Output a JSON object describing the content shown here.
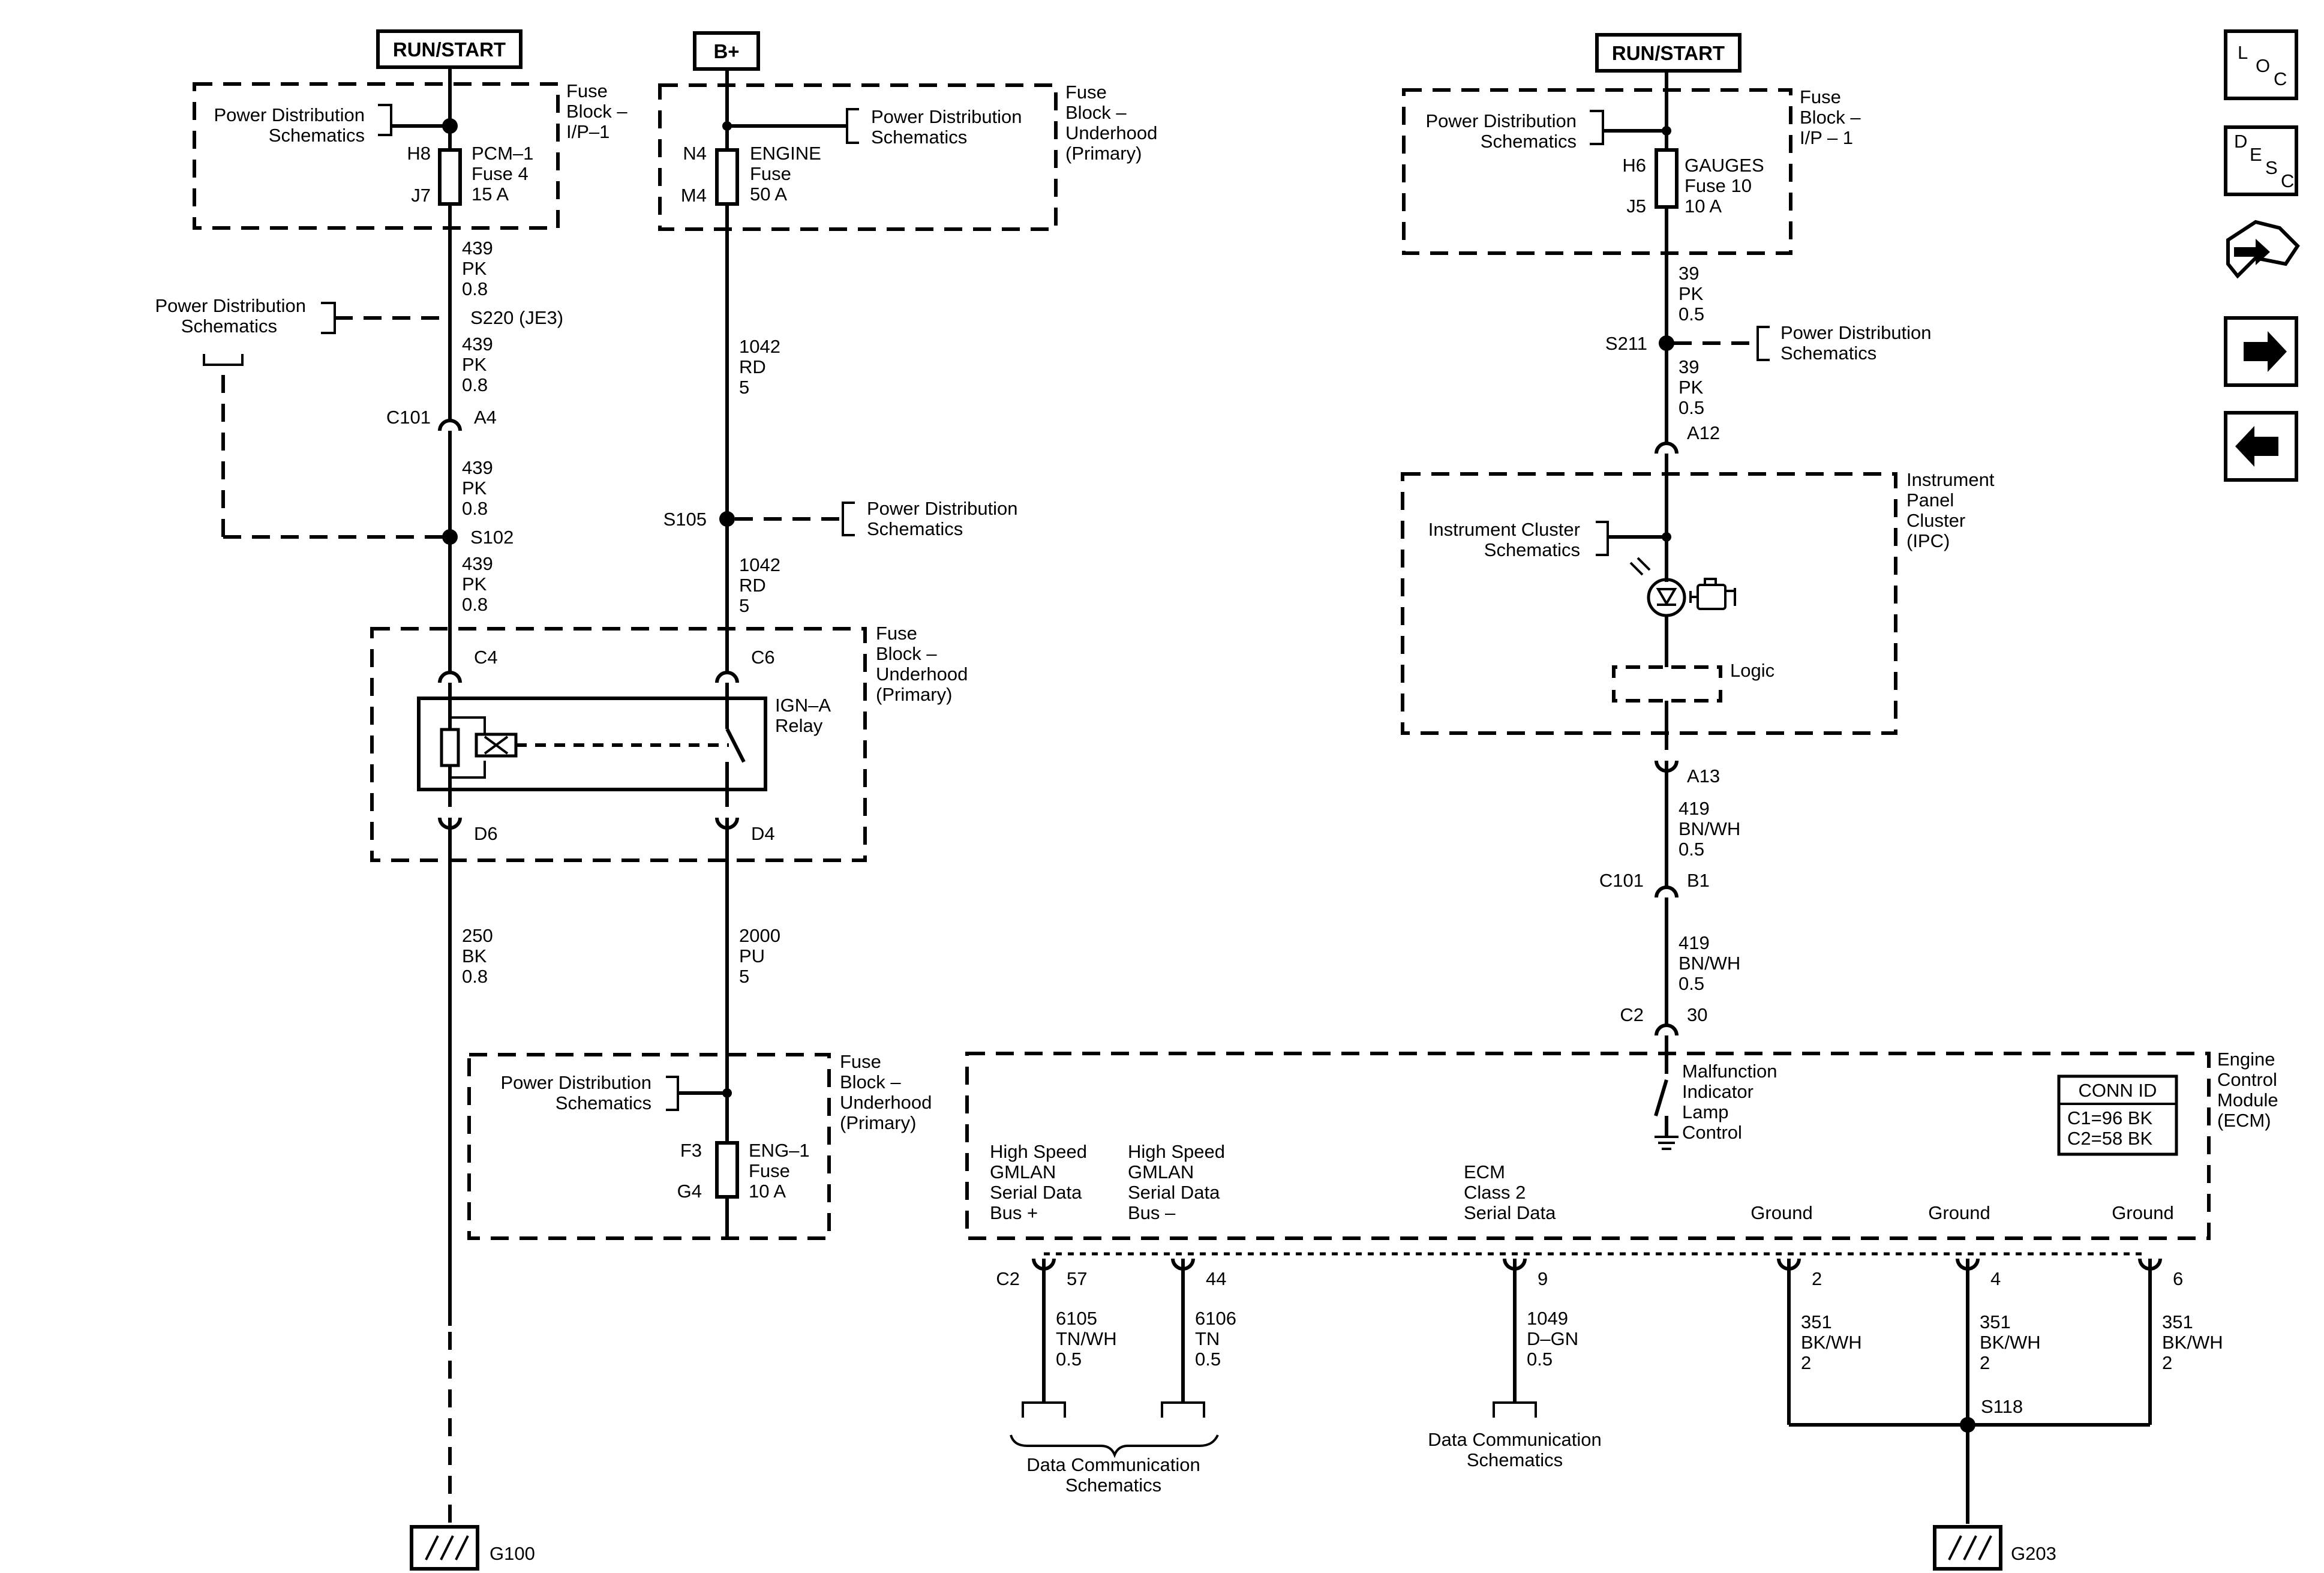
{
  "supplies": {
    "run_start_left": "RUN/START",
    "bplus": "B+",
    "run_start_right": "RUN/START"
  },
  "fuse_blocks": {
    "ip1_left": [
      "Fuse",
      "Block –",
      "I/P–1"
    ],
    "underhood_top": [
      "Fuse",
      "Block –",
      "Underhood",
      "(Primary)"
    ],
    "ip1_right": [
      "Fuse",
      "Block –",
      "I/P – 1"
    ],
    "underhood_relay": [
      "Fuse",
      "Block –",
      "Underhood",
      "(Primary)"
    ],
    "underhood_bottom": [
      "Fuse",
      "Block –",
      "Underhood",
      "(Primary)"
    ]
  },
  "ref": {
    "pds": [
      "Power Distribution",
      "Schematics"
    ],
    "ics": [
      "Instrument Cluster",
      "Schematics"
    ],
    "dcs": [
      "Data Communication",
      "Schematics"
    ]
  },
  "fuses": {
    "pcm1": {
      "pin_in": "H8",
      "pin_out": "J7",
      "lines": [
        "PCM–1",
        "Fuse 4",
        "15 A"
      ]
    },
    "engine": {
      "pin_in": "N4",
      "pin_out": "M4",
      "lines": [
        "ENGINE",
        "Fuse",
        "50 A"
      ]
    },
    "gauges": {
      "pin_in": "H6",
      "pin_out": "J5",
      "lines": [
        "GAUGES",
        "Fuse 10",
        "10 A"
      ]
    },
    "eng1": {
      "pin_in": "F3",
      "pin_out": "G4",
      "lines": [
        "ENG–1",
        "Fuse",
        "10 A"
      ]
    }
  },
  "wires": {
    "w439_a": [
      "439",
      "PK",
      "0.8"
    ],
    "w439_b": [
      "439",
      "PK",
      "0.8"
    ],
    "w439_c": [
      "439",
      "PK",
      "0.8"
    ],
    "w439_d": [
      "439",
      "PK",
      "0.8"
    ],
    "w1042_a": [
      "1042",
      "RD",
      "5"
    ],
    "w1042_b": [
      "1042",
      "RD",
      "5"
    ],
    "w250": [
      "250",
      "BK",
      "0.8"
    ],
    "w2000": [
      "2000",
      "PU",
      "5"
    ],
    "w39_a": [
      "39",
      "PK",
      "0.5"
    ],
    "w39_b": [
      "39",
      "PK",
      "0.5"
    ],
    "w419_a": [
      "419",
      "BN/WH",
      "0.5"
    ],
    "w419_b": [
      "419",
      "BN/WH",
      "0.5"
    ],
    "w6105": [
      "6105",
      "TN/WH",
      "0.5"
    ],
    "w6106": [
      "6106",
      "TN",
      "0.5"
    ],
    "w1049": [
      "1049",
      "D–GN",
      "0.5"
    ],
    "w351_a": [
      "351",
      "BK/WH",
      "2"
    ],
    "w351_b": [
      "351",
      "BK/WH",
      "2"
    ],
    "w351_c": [
      "351",
      "BK/WH",
      "2"
    ]
  },
  "splices": {
    "s220": "S220 (JE3)",
    "s102": "S102",
    "s105": "S105",
    "s211": "S211",
    "s118": "S118"
  },
  "connectors": {
    "c101_left": "C101",
    "a4": "A4",
    "c4": "C4",
    "c6": "C6",
    "d6": "D6",
    "d4": "D4",
    "a12": "A12",
    "a13": "A13",
    "c101_right": "C101",
    "b1": "B1",
    "c2_top": "C2",
    "pin30": "30",
    "c2_bottom": "C2",
    "p57": "57",
    "p44": "44",
    "p9": "9",
    "p2": "2",
    "p4": "4",
    "p6": "6"
  },
  "relay": [
    "IGN–A",
    "Relay"
  ],
  "ipc": {
    "title": [
      "Instrument",
      "Panel",
      "Cluster",
      "(IPC)"
    ],
    "logic": "Logic"
  },
  "ecm": {
    "title": [
      "Engine",
      "Control",
      "Module",
      "(ECM)"
    ],
    "mil": [
      "Malfunction",
      "Indicator",
      "Lamp",
      "Control"
    ],
    "conn_id_title": "CONN ID",
    "conn_id_lines": [
      "C1=96 BK",
      "C2=58 BK"
    ],
    "pins": {
      "gmlan_plus": [
        "High Speed",
        "GMLAN",
        "Serial Data",
        "Bus +"
      ],
      "gmlan_minus": [
        "High Speed",
        "GMLAN",
        "Serial Data",
        "Bus –"
      ],
      "class2": [
        "ECM",
        "Class 2",
        "Serial Data"
      ],
      "gnd1": "Ground",
      "gnd2": "Ground",
      "gnd3": "Ground"
    }
  },
  "grounds": {
    "g100": "G100",
    "g203": "G203"
  },
  "nav": {
    "loc": [
      "L",
      "O",
      "C"
    ],
    "desc": [
      "D",
      "E",
      "S",
      "C"
    ],
    "icons": [
      "loc-icon",
      "desc-icon",
      "schematic-pointer-icon",
      "next-arrow-icon",
      "previous-arrow-icon"
    ]
  }
}
